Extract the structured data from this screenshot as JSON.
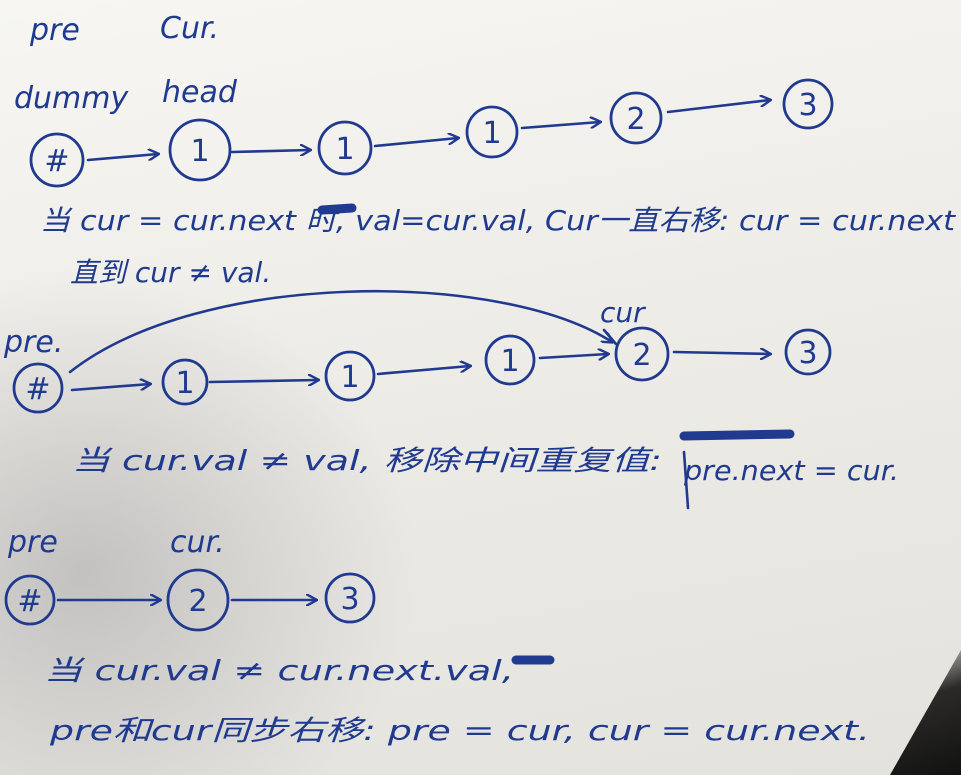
{
  "diagram1": {
    "label_pre": "pre",
    "label_cur": "Cur.",
    "label_dummy": "dummy",
    "label_head": "head",
    "nodes": [
      "#",
      "1",
      "1",
      "1",
      "2",
      "3"
    ],
    "note_line1": "当 cur = cur.next 时, val=cur.val, Cur一直右移: cur = cur.next",
    "note_line2": "直到 cur ≠ val."
  },
  "diagram2": {
    "label_pre": "pre.",
    "label_cur": "cur",
    "nodes": [
      "#",
      "1",
      "1",
      "1",
      "2",
      "3"
    ],
    "note_text": "当 cur.val ≠ val, 移除中间重复值:",
    "note_code": "pre.next = cur."
  },
  "diagram3": {
    "label_pre": "pre",
    "label_cur": "cur.",
    "nodes": [
      "#",
      "2",
      "3"
    ],
    "note_line1": "当 cur.val ≠ cur.next.val,",
    "note_line2": "pre和cur同步右移: pre = cur, cur = cur.next."
  },
  "colors": {
    "ink": "#1f3a8f",
    "paper": "#f3f2ee"
  }
}
